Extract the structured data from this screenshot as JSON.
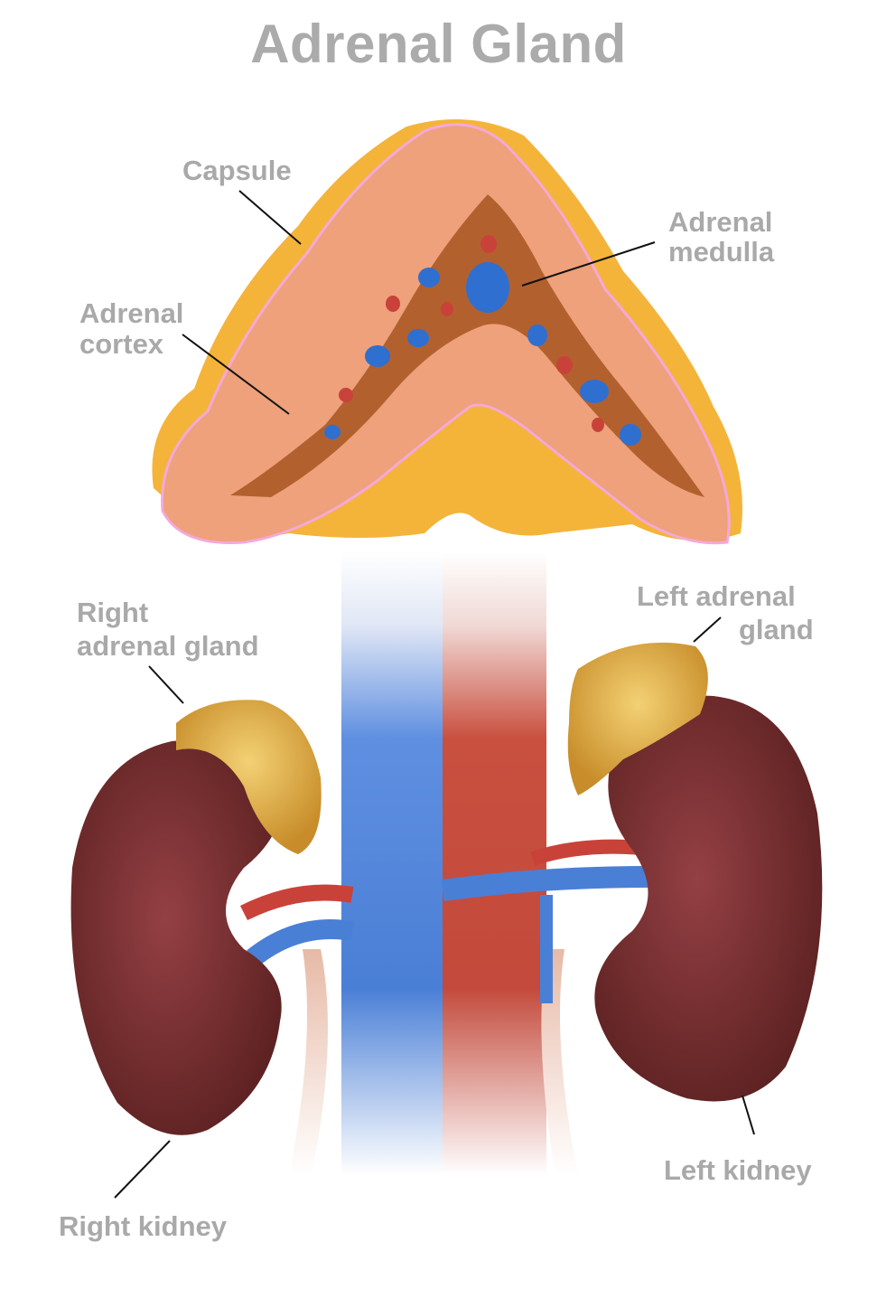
{
  "title": "Adrenal Gland",
  "colors": {
    "label_text": "#a9a9a9",
    "leader_line": "#111111",
    "capsule_fat": "#f4b43a",
    "cortex": "#eea17a",
    "medulla": "#b3602f",
    "vein_blue": "#2f6fd0",
    "artery_red": "#c9423a",
    "kidney": "#7a2e2c",
    "adrenal_gland": "#e0b04a"
  },
  "labels": {
    "capsule": "Capsule",
    "adrenal_cortex_line1": "Adrenal",
    "adrenal_cortex_line2": "cortex",
    "adrenal_medulla_line1": "Adrenal",
    "adrenal_medulla_line2": "medulla",
    "right_adrenal_line1": "Right",
    "right_adrenal_line2": "adrenal gland",
    "left_adrenal_line1": "Left adrenal",
    "left_adrenal_line2": "gland",
    "right_kidney": "Right kidney",
    "left_kidney": "Left kidney"
  }
}
